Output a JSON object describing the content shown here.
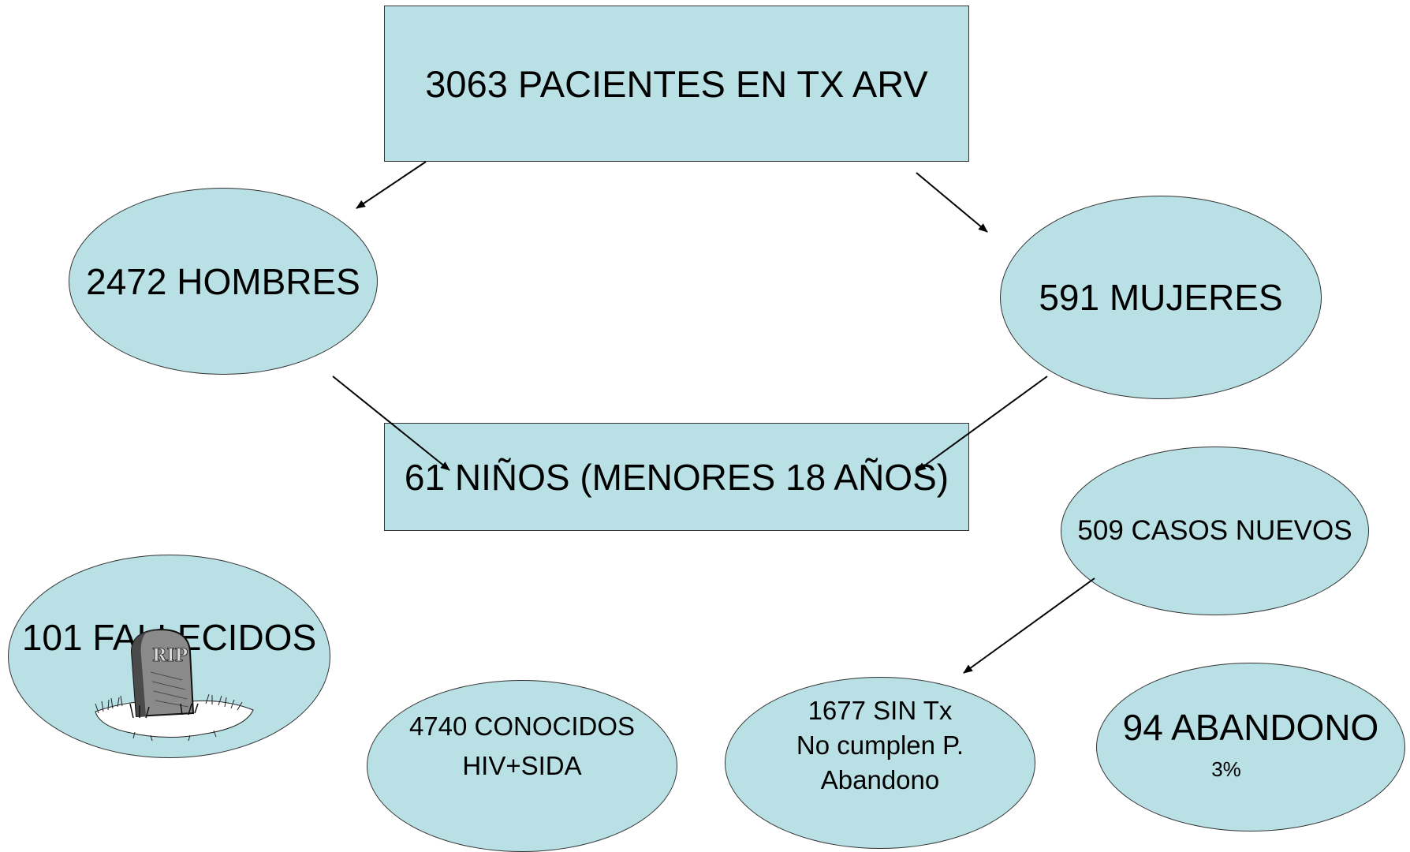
{
  "root": {
    "label": "3063 PACIENTES EN TX ARV"
  },
  "men": {
    "label": "2472 HOMBRES"
  },
  "women": {
    "label": "591 MUJERES"
  },
  "children": {
    "label": "61 NIÑOS (MENORES 18 AÑOS)"
  },
  "new_cases": {
    "label": "509 CASOS NUEVOS"
  },
  "deceased": {
    "label": "101 FALLECIDOS",
    "picture": "RIP tombstone clipart",
    "picture_text": "RIP"
  },
  "known": {
    "line1": "4740 CONOCIDOS",
    "line2": "HIV+SIDA"
  },
  "no_tx": {
    "line1": "1677 SIN Tx",
    "line2": "No cumplen P.",
    "line3": "Abandono"
  },
  "abandon": {
    "label": "94 ABANDONO",
    "percent": "3%"
  },
  "colors": {
    "shape_fill": "#b9e0e4",
    "stroke": "#333333"
  }
}
